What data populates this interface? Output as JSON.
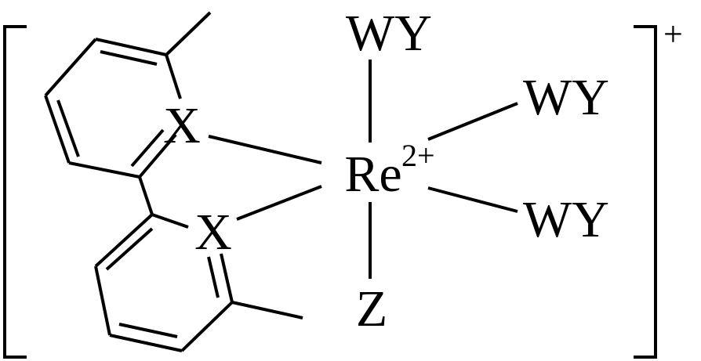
{
  "complex": {
    "metal_symbol": "Re",
    "metal_charge": "2+",
    "overall_charge": "+",
    "ligand_top": "WY",
    "ligand_upper_right": "WY",
    "ligand_lower_right": "WY",
    "ligand_bottom": "Z",
    "ring_atom_upper": "X",
    "ring_atom_lower": "X"
  },
  "colors": {
    "ink": "#000000",
    "background": "#ffffff"
  }
}
